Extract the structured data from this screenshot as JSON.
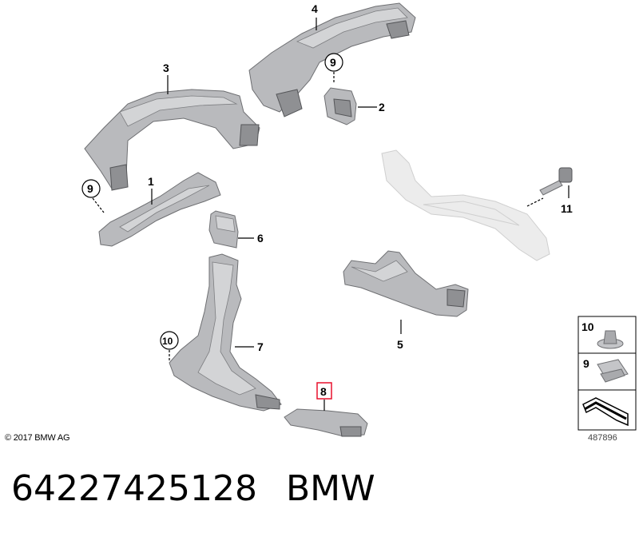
{
  "callouts": {
    "c1": "1",
    "c2": "2",
    "c3": "3",
    "c4": "4",
    "c5": "5",
    "c6": "6",
    "c7": "7",
    "c8": "8",
    "c9a": "9",
    "c9b": "9",
    "c10": "10",
    "c11": "11"
  },
  "legend": {
    "row1_label": "10",
    "row2_label": "9"
  },
  "copyright": "© 2017 BMW AG",
  "reference_number": "487896",
  "footer": {
    "part_number": "64227425128",
    "brand": "BMW"
  },
  "colors": {
    "highlight": "#e8112d",
    "part_fill": "#b9babd",
    "ghost_fill": "#ececec"
  }
}
